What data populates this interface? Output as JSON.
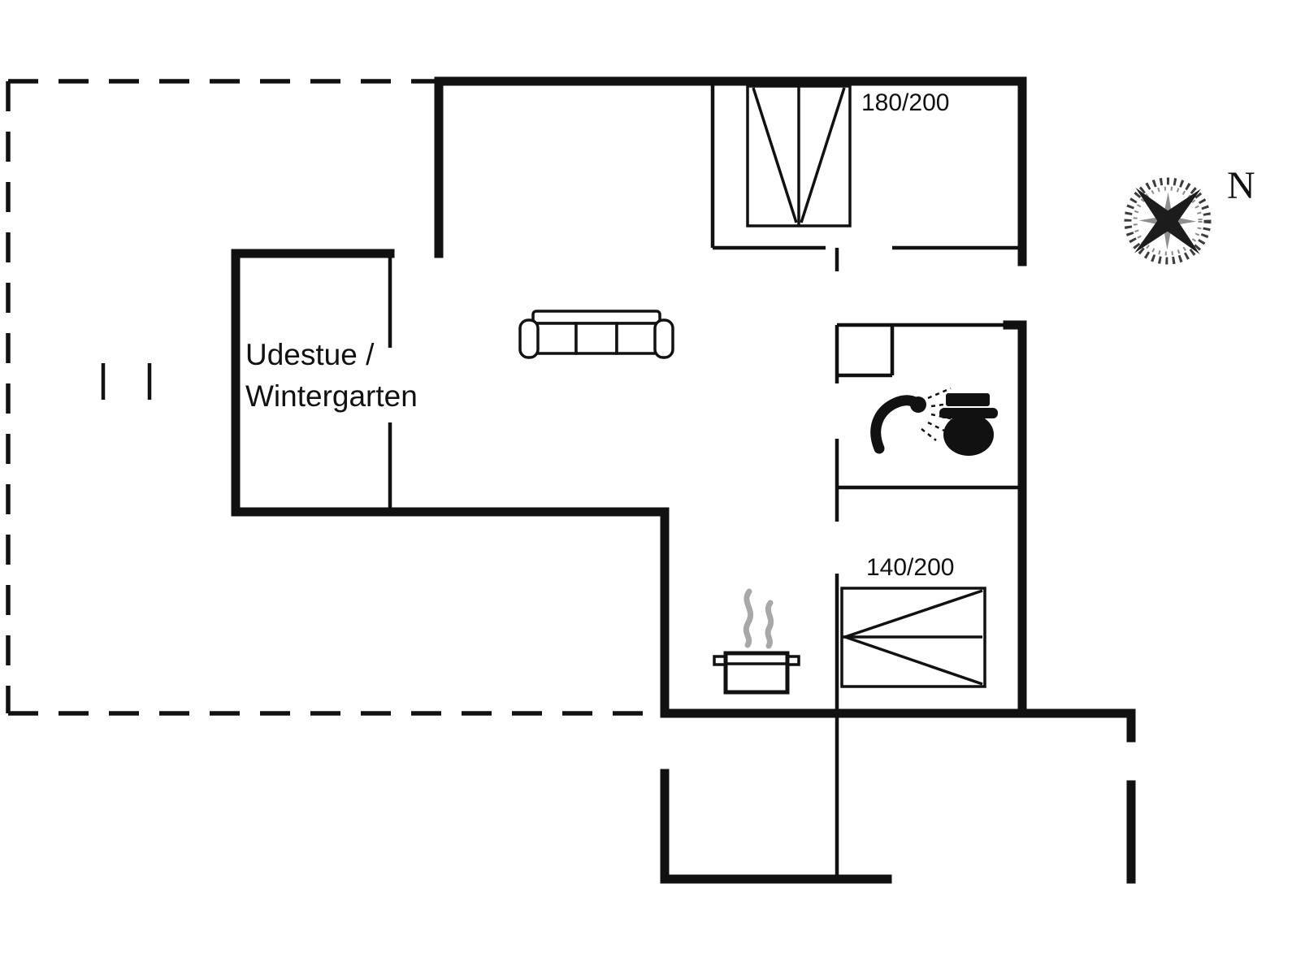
{
  "document": {
    "type": "floor-plan",
    "background": "#ffffff",
    "wall_color": "#111111",
    "steam_color": "#a8a8a8",
    "fixture_color": "#111111"
  },
  "labels": {
    "room_line1": "Udestue /",
    "room_line2": "Wintergarten",
    "bed_large": "180/200",
    "bed_small": "140/200",
    "compass_north": "N"
  },
  "rooms": [
    {
      "name": "Udestue / Wintergarten"
    }
  ],
  "beds": [
    {
      "size": "180/200",
      "location": "top bedroom"
    },
    {
      "size": "140/200",
      "location": "lower bedroom"
    }
  ],
  "icons": [
    "compass-rose-icon",
    "sofa-icon",
    "double-bed-icon",
    "single-bed-icon",
    "shower-icon",
    "toilet-icon",
    "cooking-pot-icon",
    "gate-posts-icon"
  ]
}
